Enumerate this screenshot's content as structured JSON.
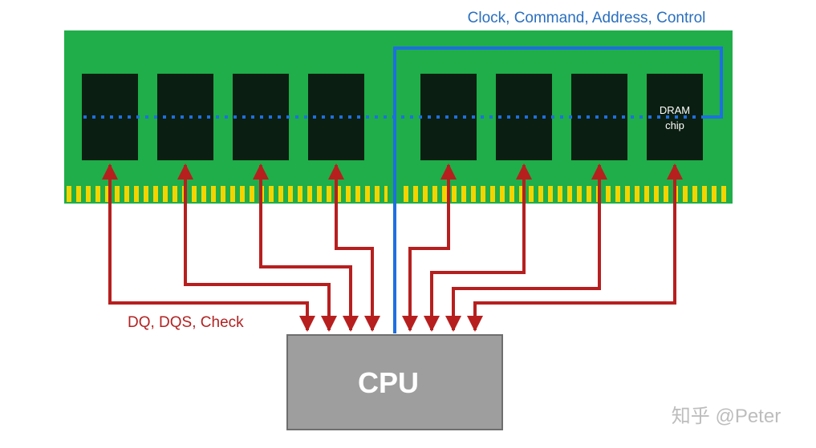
{
  "labels": {
    "bus": "Clock, Command, Address, Control",
    "data_bus": "DQ, DQS, Check",
    "chip_line1": "DRAM",
    "chip_line2": "chip",
    "cpu": "CPU",
    "watermark": "知乎 @Peter"
  },
  "colors": {
    "pcb": "#1fae49",
    "chip": "#0b1e12",
    "contacts": "#f3d400",
    "data_bus": "#b71f1f",
    "ctrl_bus": "#1e6fe0",
    "cpu_fill": "#9e9e9e",
    "cpu_stroke": "#6e6e6e",
    "bus_label": "#2a6fbf",
    "dq_label": "#b22222",
    "watermark": "#bdbdbd"
  }
}
